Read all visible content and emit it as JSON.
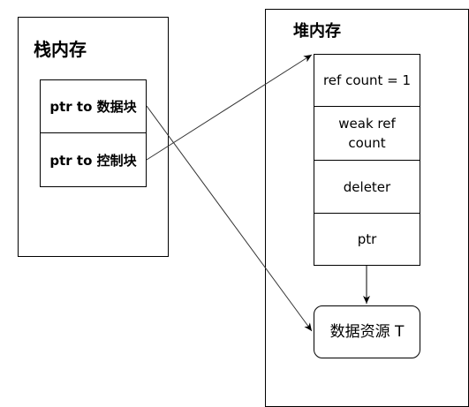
{
  "stack": {
    "title": "栈内存",
    "cells": [
      "ptr to 数据块",
      "ptr to 控制块"
    ]
  },
  "heap": {
    "title": "堆内存",
    "control_block": [
      "ref count = 1",
      "weak ref count",
      "deleter",
      "ptr"
    ],
    "resource": "数据资源 T"
  },
  "colors": {
    "stroke": "#000000",
    "arrow": "#333333",
    "background": "#ffffff"
  }
}
